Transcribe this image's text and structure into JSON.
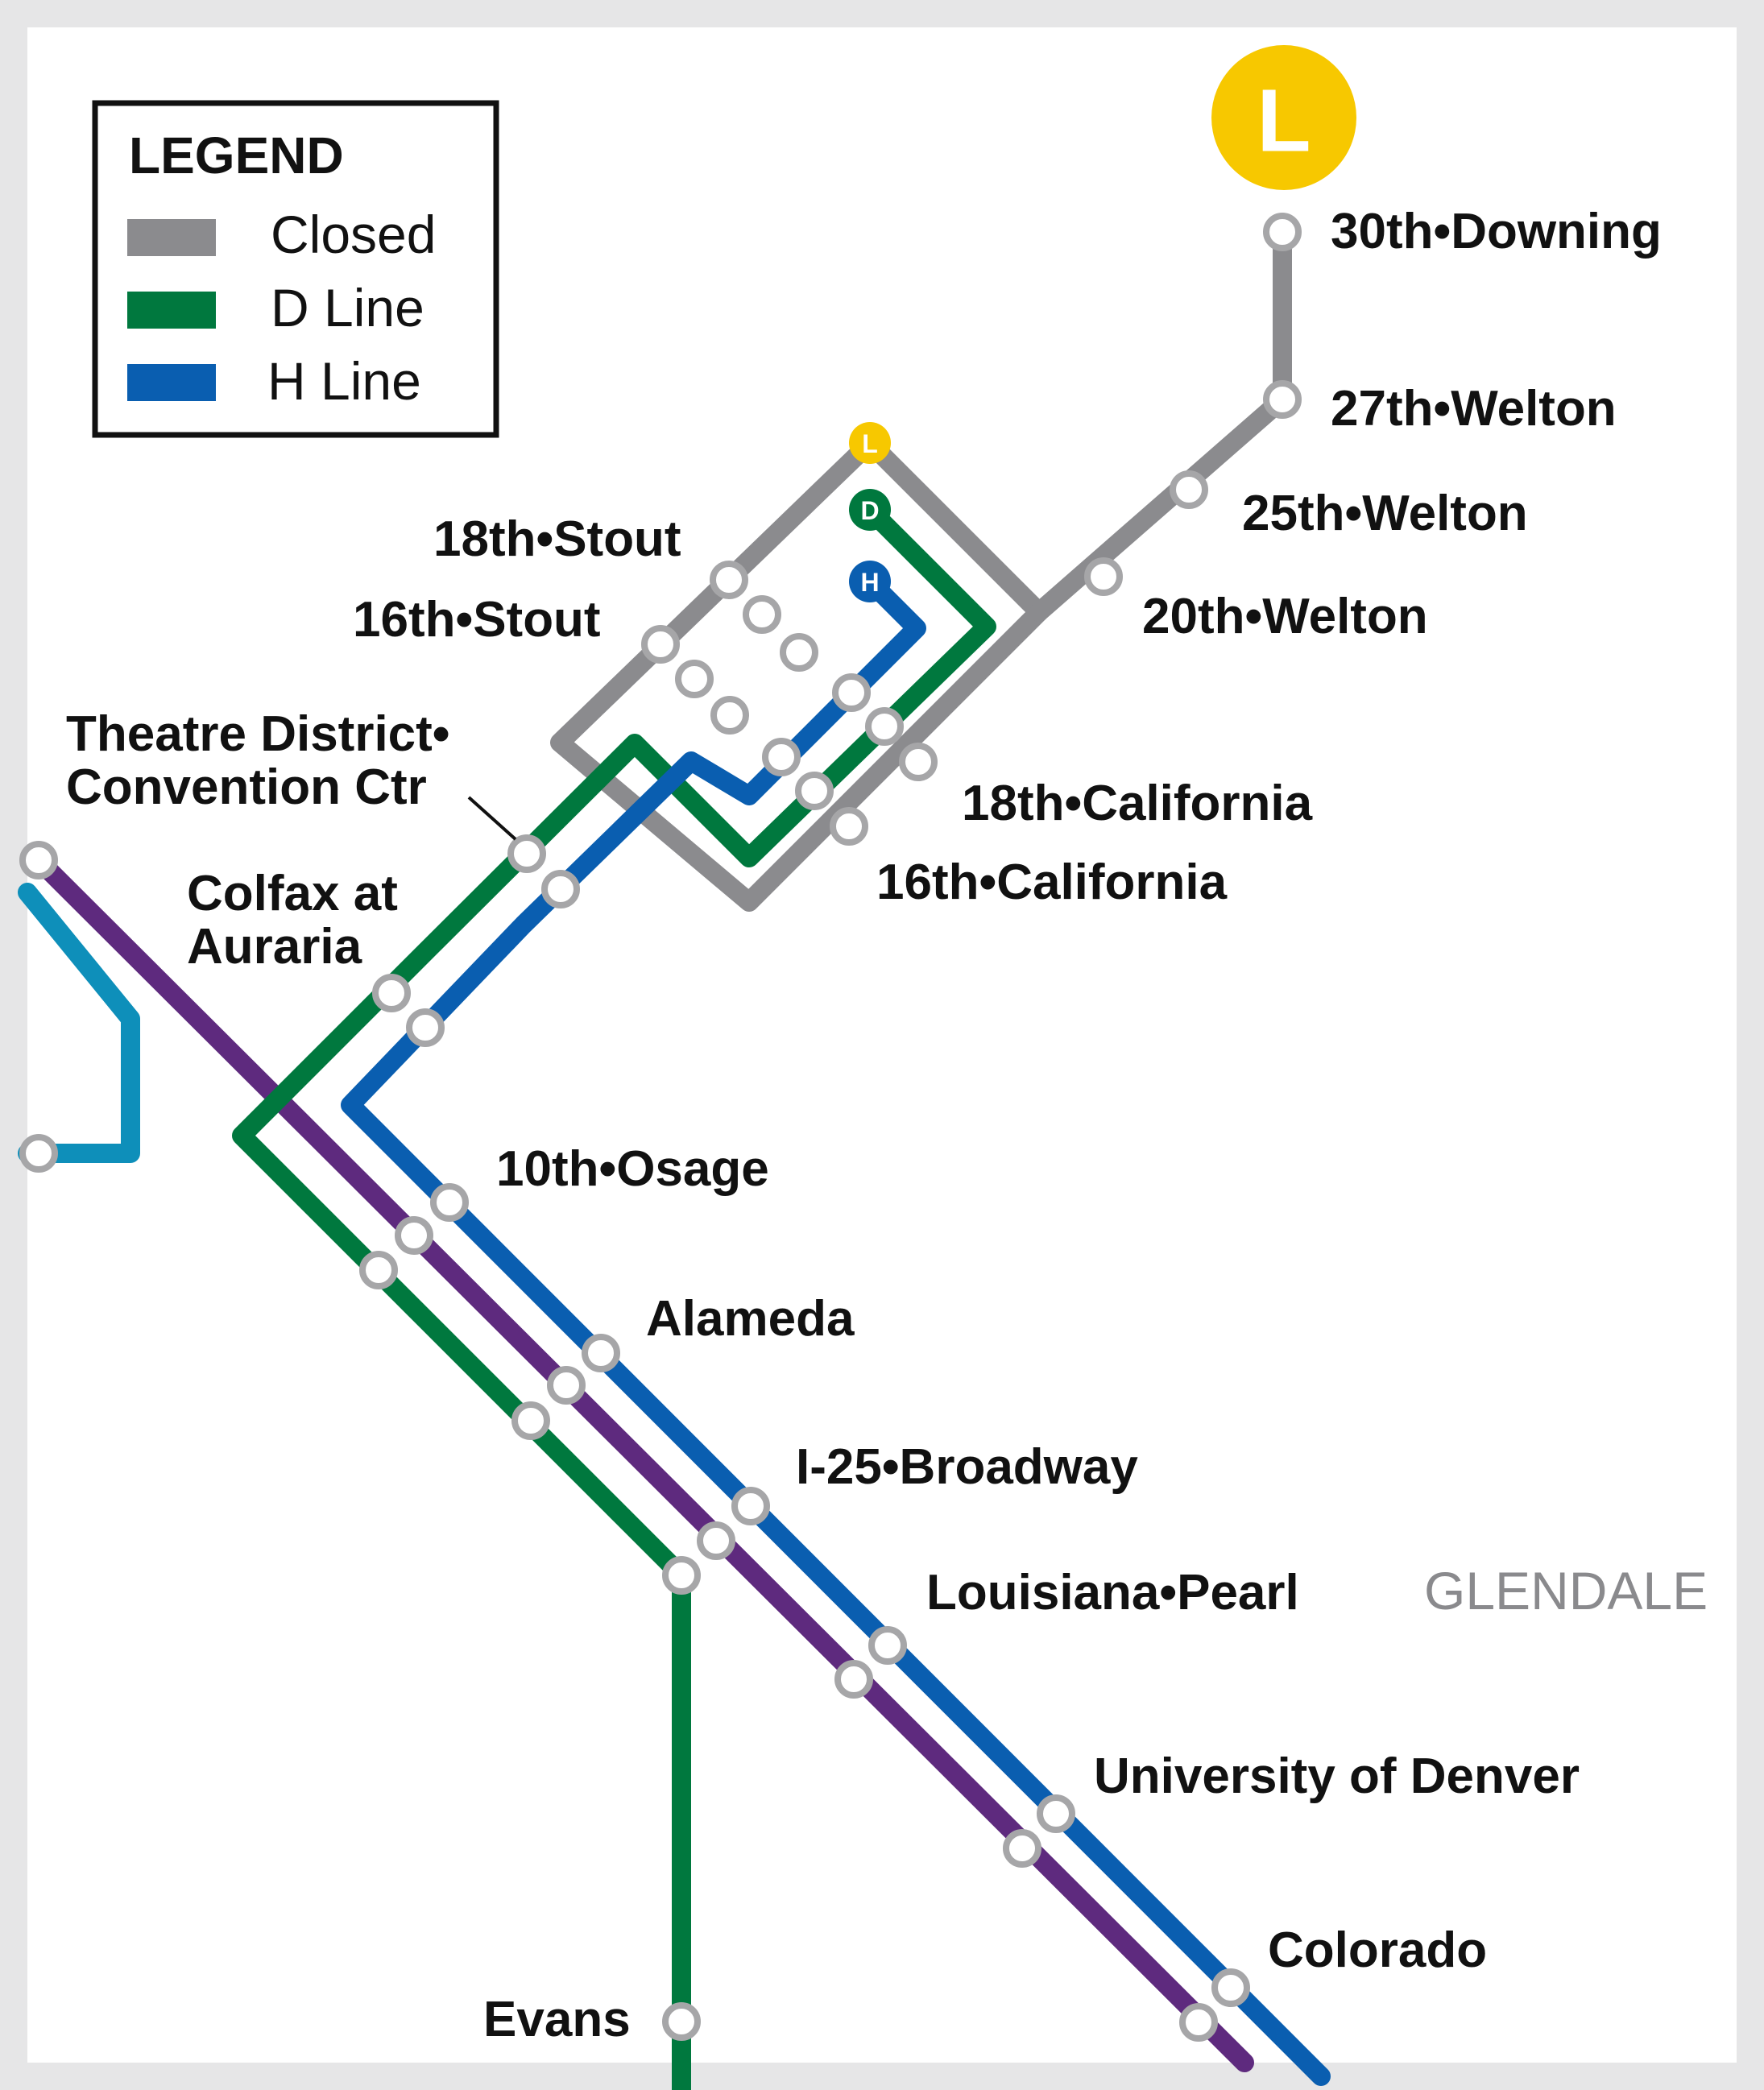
{
  "colors": {
    "closed": "#8b8b8e",
    "d_line": "#00783e",
    "h_line": "#0a5eb0",
    "purple_line": "#5e2a7e",
    "teal_line": "#0e8fba",
    "l_line": "#f7c800",
    "background": "#ffffff",
    "frame": "#e6e6e7"
  },
  "legend": {
    "title": "LEGEND",
    "items": [
      {
        "label": "Closed",
        "color": "#8b8b8e"
      },
      {
        "label": "D Line",
        "color": "#00783e"
      },
      {
        "label": "H Line",
        "color": "#0a5eb0"
      }
    ]
  },
  "route_badges": {
    "main": "L",
    "loop_l": "L",
    "loop_d": "D",
    "loop_h": "H"
  },
  "stations": {
    "downing30": "30th•Downing",
    "welton27": "27th•Welton",
    "welton25": "25th•Welton",
    "welton20": "20th•Welton",
    "stout18": "18th•Stout",
    "stout16": "16th•Stout",
    "california18": "18th•California",
    "california16": "16th•California",
    "theatre_1": "Theatre District•",
    "theatre_2": "Convention Ctr",
    "colfax_1": "Colfax at",
    "colfax_2": "Auraria",
    "osage10": "10th•Osage",
    "alameda": "Alameda",
    "broadway": "I-25•Broadway",
    "louisiana": "Louisiana•Pearl",
    "du": "University of Denver",
    "colorado": "Colorado",
    "evans": "Evans"
  },
  "area_labels": {
    "glendale": "GLENDALE"
  }
}
